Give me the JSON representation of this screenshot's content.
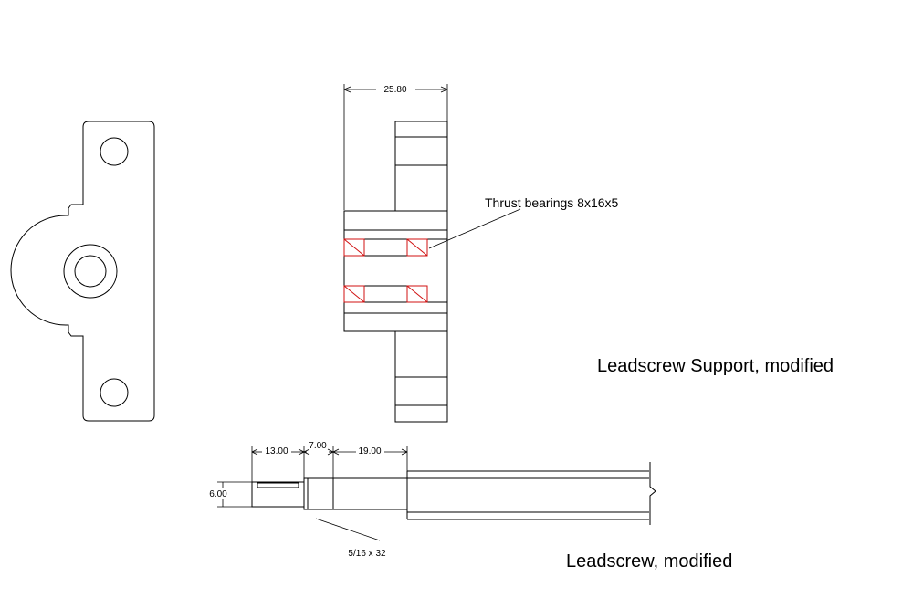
{
  "support": {
    "dim_width": "25.80",
    "bearing_note": "Thrust bearings 8x16x5",
    "title": "Leadscrew Support, modified"
  },
  "leadscrew": {
    "dim_a": "13.00",
    "dim_b": "7.00",
    "dim_c": "19.00",
    "dim_dia": "6.00",
    "thread_note": "5/16 x 32",
    "title": "Leadscrew, modified"
  },
  "colors": {
    "line": "#000000",
    "bearing": "#d01010",
    "background": "#ffffff"
  }
}
